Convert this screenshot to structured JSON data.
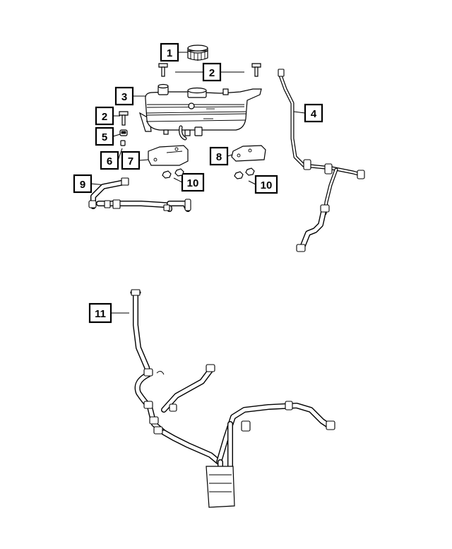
{
  "callouts": [
    {
      "id": "c1",
      "label": "1"
    },
    {
      "id": "c2a",
      "label": "2"
    },
    {
      "id": "c2b",
      "label": "2"
    },
    {
      "id": "c3",
      "label": "3"
    },
    {
      "id": "c4",
      "label": "4"
    },
    {
      "id": "c5",
      "label": "5"
    },
    {
      "id": "c6",
      "label": "6"
    },
    {
      "id": "c7",
      "label": "7"
    },
    {
      "id": "c8",
      "label": "8"
    },
    {
      "id": "c9",
      "label": "9"
    },
    {
      "id": "c10a",
      "label": "10"
    },
    {
      "id": "c10b",
      "label": "10"
    },
    {
      "id": "c11",
      "label": "11"
    }
  ]
}
